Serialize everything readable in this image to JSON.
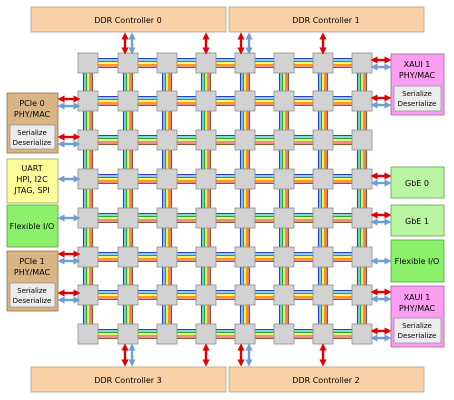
{
  "colors": {
    "ddr": "#fad0a6",
    "pcie": "#d9b585",
    "uart": "#fdfd9a",
    "flexible": "#8cf06a",
    "gbe": "#b9f5a3",
    "xaui": "#f99ef0",
    "serdes": "#ececec",
    "tile": "#d2d2d2",
    "arrow_red": "#dc0000",
    "arrow_blue": "#6e9ed6",
    "mesh": [
      "#2a3fbf",
      "#1ea0e0",
      "#22a822",
      "#e8e800",
      "#ff9a00",
      "#e01e1e",
      "#8a5a2a"
    ]
  },
  "ddr": {
    "top_left": "DDR Controller 0",
    "top_right": "DDR Controller 1",
    "bottom_left": "DDR Controller 3",
    "bottom_right": "DDR Controller 2"
  },
  "left": {
    "pcie0": {
      "line1": "PCIe 0",
      "line2": "PHY/MAC",
      "serdes1": "Serialize",
      "serdes2": "Deserialize"
    },
    "uart": {
      "line1": "UART",
      "line2": "HPI, I2C",
      "line3": "JTAG, SPI"
    },
    "flexible": "Flexible I/O",
    "pcie1": {
      "line1": "PCIe 1",
      "line2": "PHY/MAC",
      "serdes1": "Serialize",
      "serdes2": "Deserialize"
    }
  },
  "right": {
    "xaui1_top": {
      "line1": "XAUI 1",
      "line2": "PHY/MAC",
      "serdes1": "Serialize",
      "serdes2": "Deserialize"
    },
    "gbe0": "GbE 0",
    "gbe1": "GbE 1",
    "flexible": "Flexible I/O",
    "xaui1_bottom": {
      "line1": "XAUI 1",
      "line2": "PHY/MAC",
      "serdes1": "Serialize",
      "serdes2": "Deserialize"
    }
  }
}
